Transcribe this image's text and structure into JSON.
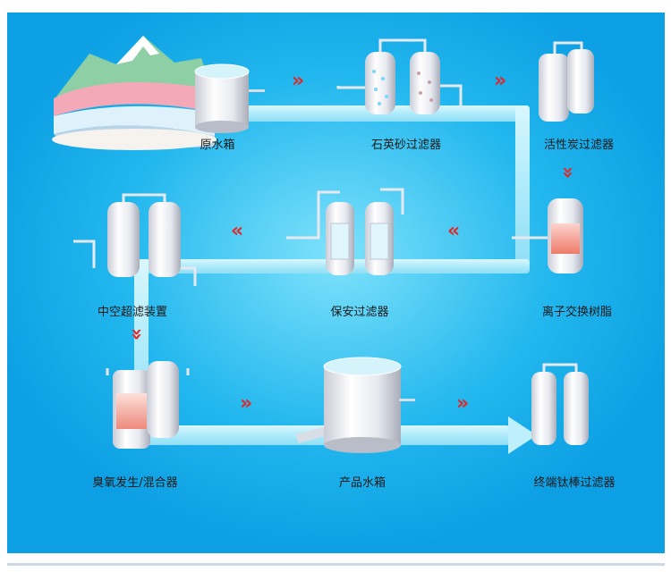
{
  "diagram": {
    "stages": [
      {
        "id": "raw-water-tank",
        "label": "原水箱"
      },
      {
        "id": "quartz-sand-filter",
        "label": "石英砂过滤器"
      },
      {
        "id": "activated-carbon-filter",
        "label": "活性炭过滤器"
      },
      {
        "id": "ion-exchange-resin",
        "label": "离子交换树脂"
      },
      {
        "id": "security-filter",
        "label": "保安过滤器"
      },
      {
        "id": "hollow-ultrafiltration",
        "label": "中空超滤装置"
      },
      {
        "id": "ozone-generator-mixer",
        "label": "臭氧发生/混合器"
      },
      {
        "id": "product-water-tank",
        "label": "产品水箱"
      },
      {
        "id": "terminal-titanium-rod-filter",
        "label": "终端钛棒过滤器"
      }
    ],
    "arrow_glyphs": {
      "right": "»",
      "left": "«",
      "down": "»"
    },
    "colors": {
      "background_frame": "#0fa7e6",
      "pipe": "#bdf0fb",
      "arrow": "#e02a2a",
      "vessel": "#eef1f6",
      "ion_resin": "#f59a8e"
    }
  }
}
